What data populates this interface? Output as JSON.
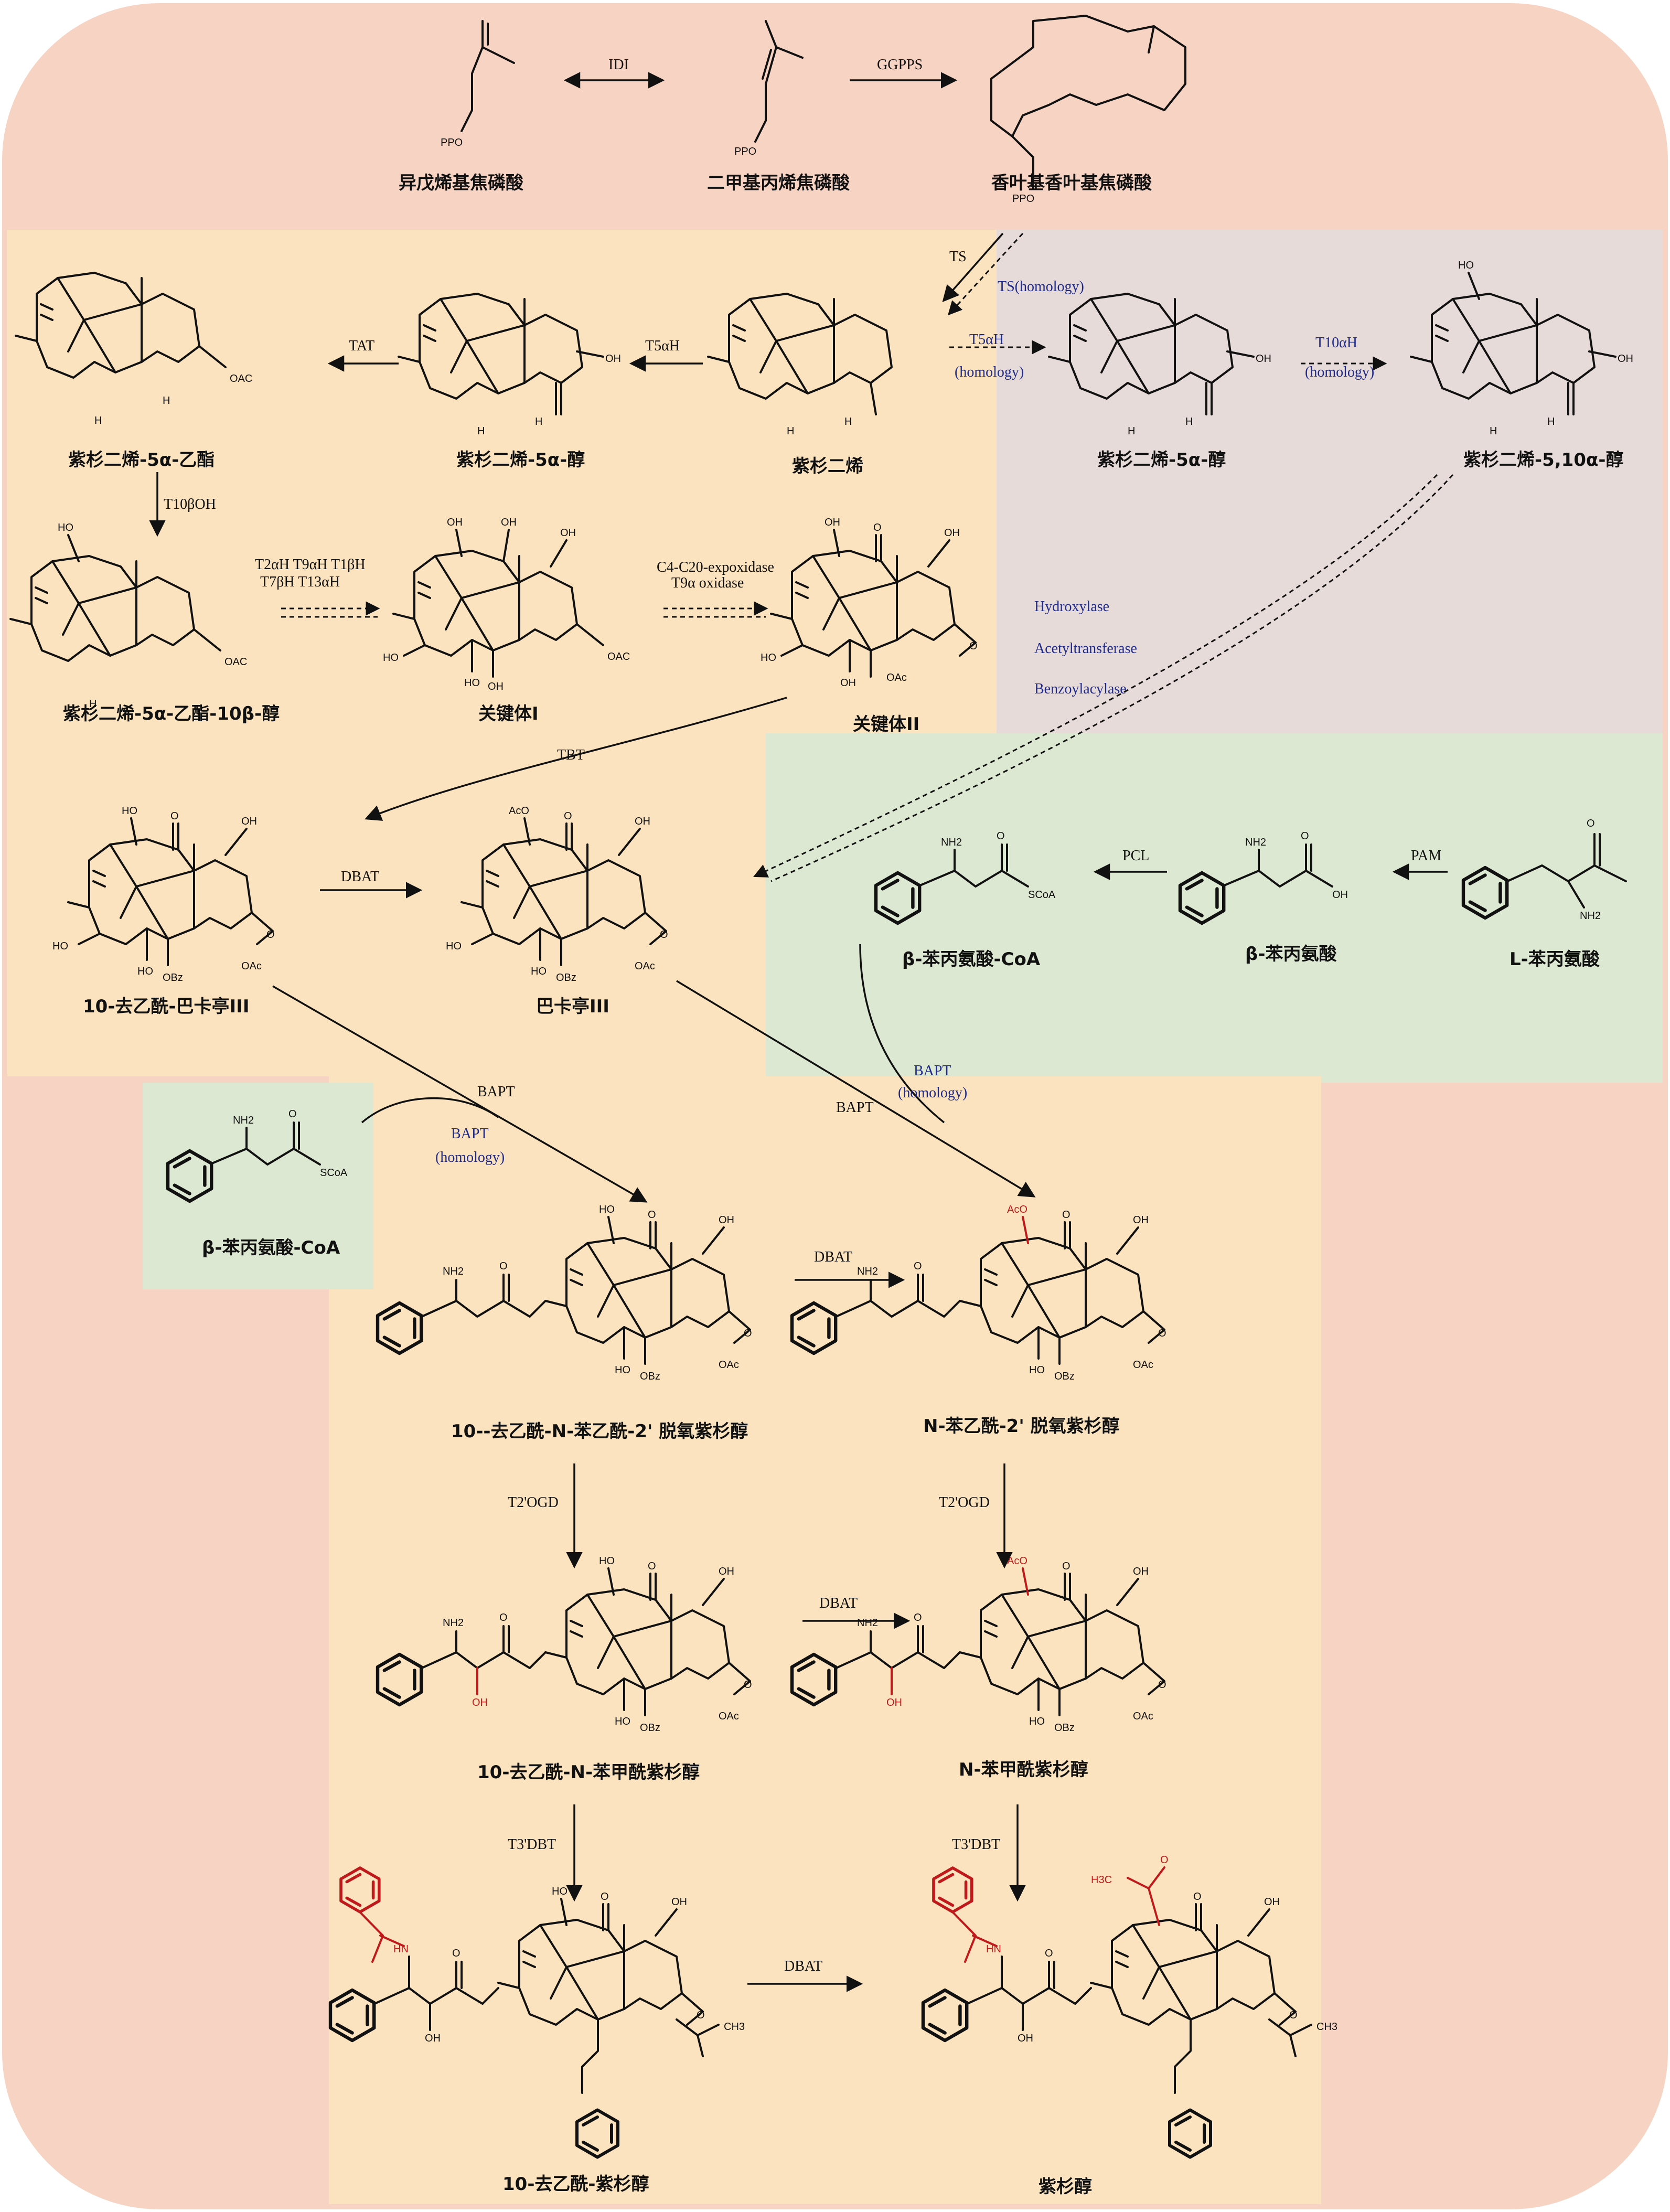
{
  "colors": {
    "outer_bg": "#f7d3c3",
    "upstream_bg": "#fae3be",
    "homology_bg": "#e7dbd9",
    "phenylpropanoid_bg": "#dde8d2",
    "text": "#111111",
    "homology_text": "#1f2a8a",
    "highlight_red": "#c0191b"
  },
  "compounds": {
    "ipp": "异戊烯基焦磷酸",
    "dmapp": "二甲基丙烯焦磷酸",
    "ggpp": "香叶基香叶基焦磷酸",
    "taxadiene": "紫杉二烯",
    "taxadien_5a_ol": "紫杉二烯-5α-醇",
    "taxadien_5a_ol_h": "紫杉二烯-5α-醇",
    "taxadien_5_10_diol": "紫杉二烯-5,10α-醇",
    "taxadien_5a_acetate": "紫杉二烯-5α-乙酯",
    "taxadien_5a_acetate_10b_ol": "紫杉二烯-5α-乙酯-10β-醇",
    "key_intermediate_1": "关键体I",
    "key_intermediate_2": "关键体II",
    "deacetylbaccatin_3": "10-去乙酰-巴卡亭III",
    "baccatin_3": "巴卡亭III",
    "b_phe_coa": "β-苯丙氨酸-CoA",
    "b_phe": "β-苯丙氨酸",
    "l_phe": "L-苯丙氨酸",
    "b_phe_coa_2": "β-苯丙氨酸-CoA",
    "deacetyl_phenylacetyl_deoxytaxol": "10--去乙酰-N-苯乙酰-2' 脱氧紫杉醇",
    "phenylacetyl_deoxytaxol": "N-苯乙酰-2' 脱氧紫杉醇",
    "deacetyl_benzoyl_taxol": "10-去乙酰-N-苯甲酰紫杉醇",
    "benzoyl_taxol": "N-苯甲酰紫杉醇",
    "deacetyl_taxol": "10-去乙酰-紫杉醇",
    "taxol": "紫杉醇"
  },
  "enzymes": {
    "idi": "IDI",
    "ggpps": "GGPPS",
    "ts": "TS",
    "ts_homology": "TS(homology)",
    "t5ah": "T5αH",
    "t5ah_homology_1": "T5αH",
    "t5ah_homology_2": "(homology)",
    "t10ah_1": "T10αH",
    "t10ah_2": "(homology)",
    "tat": "TAT",
    "t10boh": "T10βOH",
    "multi_1": "T2αH T9αH T1βH",
    "multi_2": "T7βH T13αH",
    "epox_1": "C4-C20-expoxidase",
    "epox_2": "T9α oxidase",
    "hydroxylase": "Hydroxylase",
    "acetyltransferase": "Acetyltransferase",
    "benzoylacylase": "Benzoylacylase",
    "tbt": "TBT",
    "dbat_1": "DBAT",
    "pcl": "PCL",
    "pam": "PAM",
    "bapt_1": "BAPT",
    "bapt_2": "BAPT",
    "bapt_h1_1": "BAPT",
    "bapt_h1_2": "(homology)",
    "bapt_h2_1": "BAPT",
    "bapt_h2_2": "(homology)",
    "dbat_2": "DBAT",
    "t2ogd_1": "T2'OGD",
    "t2ogd_2": "T2'OGD",
    "dbat_3": "DBAT",
    "t3dbt_1": "T3'DBT",
    "t3dbt_2": "T3'DBT",
    "dbat_4": "DBAT"
  },
  "groups": {
    "ppo": "PPO",
    "oac": "OAC",
    "oac2": "OAc",
    "obz": "OBz",
    "oh": "OH",
    "ho": "HO",
    "aco": "AcO",
    "h": "H",
    "o": "O",
    "nh2": "NH2",
    "hn": "HN",
    "scoa": "SCoA",
    "h3c": "H3C",
    "ch3": "CH3"
  }
}
